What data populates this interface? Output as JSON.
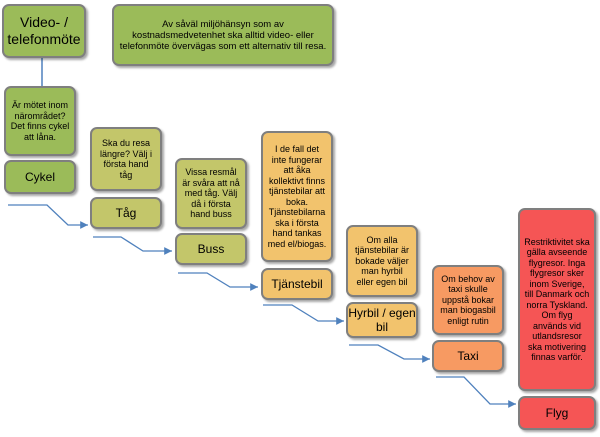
{
  "header": {
    "title": "Video- / telefonmöte",
    "note": "Av såväl miljöhänsyn som av kostnadsmedvetenhet ska alltid video- eller telefonmöte övervägas som ett alternativ till resa."
  },
  "steps": [
    {
      "label": "Cykel",
      "note": "Är mötet inom närområdet? Det finns cykel att låna."
    },
    {
      "label": "Tåg",
      "note": "Ska du resa längre? Välj i första hand tåg"
    },
    {
      "label": "Buss",
      "note": "Vissa resmål är svåra att nå med tåg. Välj då i första hand buss"
    },
    {
      "label": "Tjänstebil",
      "note": "I de fall det inte fungerar att åka kollektivt finns tjänstebilar att boka. Tjänstebilarna ska i första hand tankas med el/biogas."
    },
    {
      "label": "Hyrbil / egen bil",
      "note": "Om alla tjänstebilar är bokade väljer man hyrbil eller egen bil"
    },
    {
      "label": "Taxi",
      "note": "Om behov av taxi skulle uppstå bokar man biogasbil enligt rutin"
    },
    {
      "label": "Flyg",
      "note": "Restriktivitet ska gälla avseende flygresor. Inga flygresor sker inom Sverige, till Danmark och norra Tyskland. Om flyg används vid utlandsresor ska motivering finnas varför."
    }
  ],
  "colors": {
    "green": "#9bbb59",
    "olive": "#c3c66a",
    "tan": "#f2c36d",
    "orange": "#f79a62",
    "red": "#f55555",
    "arrow": "#4f81bd",
    "border": "#7f7f7f"
  }
}
